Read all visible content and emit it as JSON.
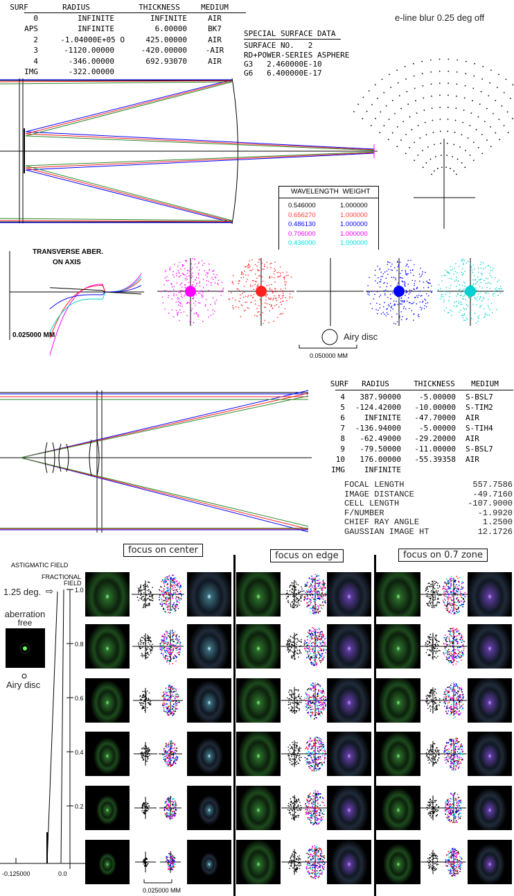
{
  "top_table": {
    "headers": [
      "SURF",
      "RADIUS",
      "THICKNESS",
      "MEDIUM"
    ],
    "rows": [
      [
        "0",
        "INFINITE",
        "INFINITE",
        "AIR"
      ],
      [
        "APS",
        "INFINITE",
        "6.00000",
        "BK7"
      ],
      [
        "2",
        "-1.04000E+05 O",
        "425.00000",
        "AIR"
      ],
      [
        "3",
        "-1120.00000",
        "-420.00000",
        "-AIR"
      ],
      [
        "4",
        "-346.00000",
        "692.93070",
        "AIR"
      ],
      [
        "IMG",
        "-322.00000",
        "",
        ""
      ]
    ]
  },
  "special_surface": {
    "title": "SPECIAL SURFACE DATA",
    "lines": [
      "SURFACE NO.   2",
      "RD+POWER-SERIES ASPHERE",
      "G3   2.460000E-10",
      "G6   6.400000E-17"
    ]
  },
  "blur_title": "e-line blur 0.25 deg off",
  "wavelength_table": {
    "headers": [
      "WAVELENGTH",
      "WEIGHT"
    ],
    "rows": [
      {
        "wl": "0.546000",
        "w": "1.000000",
        "color": "#000000"
      },
      {
        "wl": "0.656270",
        "w": "1.000000",
        "color": "#ff4040"
      },
      {
        "wl": "0.486130",
        "w": "1.000000",
        "color": "#0000ff"
      },
      {
        "wl": "0.706000",
        "w": "1.000000",
        "color": "#ff00ff"
      },
      {
        "wl": "0.436000",
        "w": "1.000000",
        "color": "#00e0e0"
      }
    ]
  },
  "transverse": {
    "title1": "TRANSVERSE ABER.",
    "title2": "ON AXIS",
    "scale": "0.025000 MM"
  },
  "spot_row": {
    "airy_label": "Airy disc",
    "scale": "0.050000 MM"
  },
  "cell_table": {
    "headers": [
      "SURF",
      "RADIUS",
      "THICKNESS",
      "MEDIUM"
    ],
    "rows": [
      [
        "4",
        "387.90000",
        "-5.00000",
        "S-BSL7"
      ],
      [
        "5",
        "-124.42000",
        "-10.00000",
        "S-TIM2"
      ],
      [
        "6",
        "INFINITE",
        "-47.70000",
        "AIR"
      ],
      [
        "7",
        "-136.94000",
        "-5.00000",
        "S-TIH4"
      ],
      [
        "8",
        "-62.49000",
        "-29.20000",
        "AIR"
      ],
      [
        "9",
        "-79.50000",
        "-11.00000",
        "S-BSL7"
      ],
      [
        "10",
        "176.00000",
        "-55.39358",
        "AIR"
      ],
      [
        "IMG",
        "INFINITE",
        "",
        ""
      ]
    ],
    "summary": [
      [
        "FOCAL LENGTH",
        "557.7586"
      ],
      [
        "IMAGE DISTANCE",
        "-49.7160"
      ],
      [
        "CELL LENGTH",
        "-107.9000"
      ],
      [
        "F/NUMBER",
        "-1.9920"
      ],
      [
        "CHIEF RAY ANGLE",
        "1.2500"
      ],
      [
        "GAUSSIAN IMAGE HT",
        "12.1726"
      ]
    ]
  },
  "field": {
    "title": "ASTIGMATIC FIELD",
    "frac1": "FRACTIONAL",
    "frac2": "FIELD",
    "angle": "1.25 deg.",
    "ticks": [
      "1.0",
      "0.8",
      "0.6",
      "0.4",
      "0.2"
    ],
    "x_left": "-0.125000",
    "x_zero": "0.0",
    "aberration_free1": "aberration",
    "aberration_free2": "free",
    "airy_label": "Airy disc",
    "scale": "0.025000 MM"
  },
  "focus_headers": [
    "focus on center",
    "focus on edge",
    "focus on 0.7 zone"
  ],
  "colors": {
    "green": "#2a8a2a",
    "red": "#ff2020",
    "blue": "#0000ff",
    "magenta": "#ff00ff",
    "cyan": "#00d0d0"
  }
}
